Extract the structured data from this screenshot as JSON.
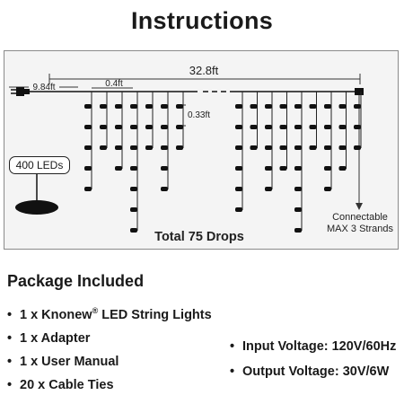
{
  "title": "Instructions",
  "diagram": {
    "total_length": "32.8ft",
    "lead_length": "9.84ft",
    "drop_spacing": "0.4ft",
    "drop_step": "0.33ft",
    "led_count": "400 LEDs",
    "total_drops": "Total 75 Drops",
    "connectable_line1": "Connectable",
    "connectable_line2": "MAX 3 Strands"
  },
  "package": {
    "heading": "Package Included",
    "items": [
      {
        "pre": "1 x Knonew",
        "sup": "®",
        "post": " LED String Lights"
      },
      {
        "pre": "1 x Adapter",
        "sup": "",
        "post": ""
      },
      {
        "pre": "1 x User Manual",
        "sup": "",
        "post": ""
      },
      {
        "pre": "20 x Cable Ties",
        "sup": "",
        "post": ""
      }
    ],
    "specs": [
      "Input Voltage: 120V/60Hz",
      "Output Voltage: 30V/6W"
    ],
    "bullet": "•"
  },
  "drops": {
    "left_group": [
      5,
      3,
      4,
      7,
      3,
      5,
      3
    ],
    "right_group": [
      6,
      3,
      5,
      4,
      7,
      3,
      5,
      4,
      3
    ],
    "strand_color": "#222222",
    "bulb_color": "#111111"
  }
}
